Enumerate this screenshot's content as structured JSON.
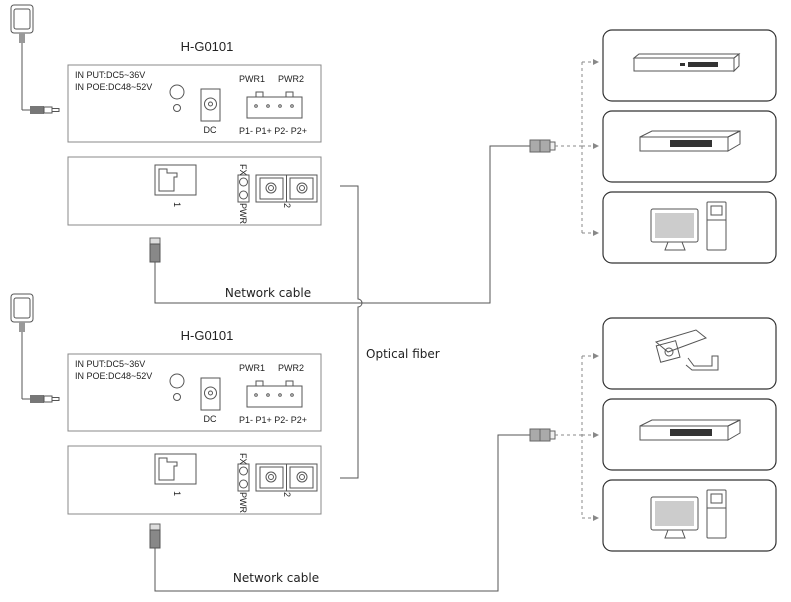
{
  "converters": [
    {
      "model": "H-G0101",
      "input": "IN PUT:DC5~36V",
      "poe": "IN POE:DC48~52V",
      "dc": "DC",
      "pwr1": "PWR1",
      "pwr2": "PWR2",
      "terminals": "P1- P1+ P2- P2+",
      "fx": "FX",
      "pwr": "PWR",
      "port1": "1",
      "port2": "2"
    },
    {
      "model": "H-G0101",
      "input": "IN PUT:DC5~36V",
      "poe": "IN POE:DC48~52V",
      "dc": "DC",
      "pwr1": "PWR1",
      "pwr2": "PWR2",
      "terminals": "P1- P1+ P2- P2+",
      "fx": "FX",
      "pwr": "PWR",
      "port1": "1",
      "port2": "2"
    }
  ],
  "labels": {
    "network_cable_top": "Network cable",
    "optical_fiber": "Optical fiber",
    "network_cable_bottom": "Network cable"
  },
  "devices_top": [
    "router-icon",
    "switch-icon",
    "computer-icon"
  ],
  "devices_bottom": [
    "camera-icon",
    "switch-icon",
    "computer-icon"
  ]
}
